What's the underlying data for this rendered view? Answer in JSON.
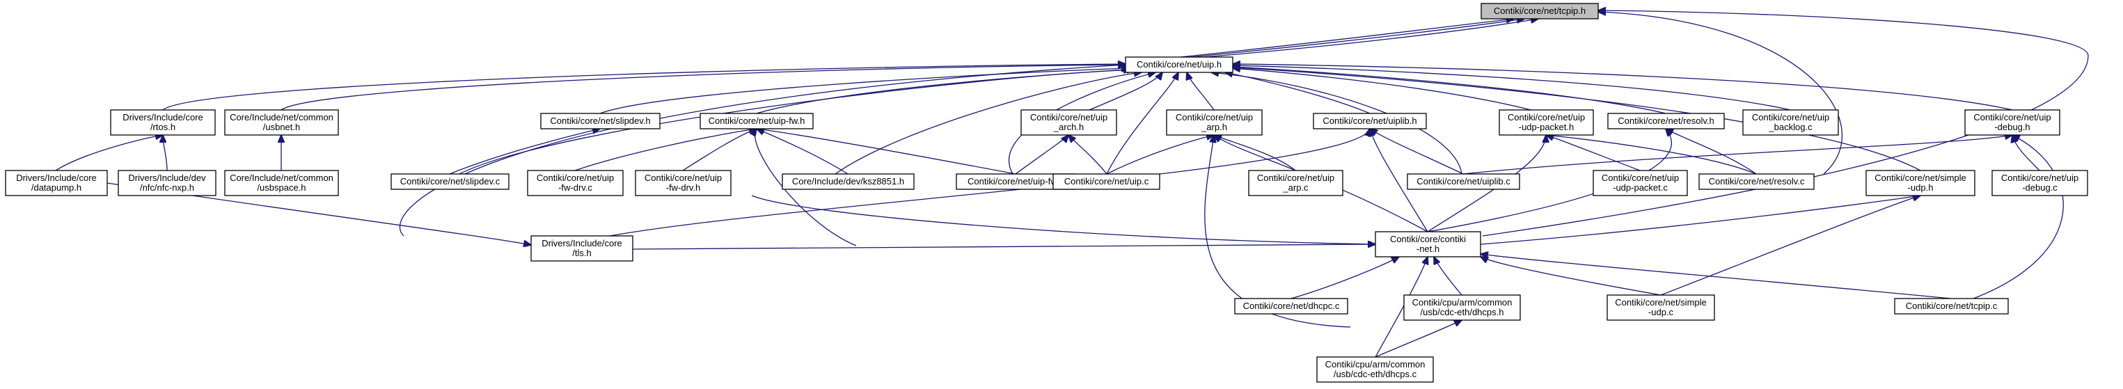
{
  "graph": {
    "title": "",
    "colors": {
      "edge": "#191970",
      "root_fill": "#bfbfbf",
      "node_fill": "#ffffff",
      "border": "#000000"
    },
    "nodes": [
      {
        "id": "tcpip_h",
        "lines": [
          "Contiki/core/net/tcpip.h"
        ],
        "root": true
      },
      {
        "id": "uip_h",
        "lines": [
          "Contiki/core/net/uip.h"
        ]
      },
      {
        "id": "rtos_h",
        "lines": [
          "Drivers/Include/core",
          "/rtos.h"
        ]
      },
      {
        "id": "usbnet_h",
        "lines": [
          "Core/Include/net/common",
          "/usbnet.h"
        ]
      },
      {
        "id": "slipdev_h",
        "lines": [
          "Contiki/core/net/slipdev.h"
        ]
      },
      {
        "id": "uipfw_h",
        "lines": [
          "Contiki/core/net/uip-fw.h"
        ]
      },
      {
        "id": "uiparch_h",
        "lines": [
          "Contiki/core/net/uip",
          "_arch.h"
        ]
      },
      {
        "id": "uiparp_h",
        "lines": [
          "Contiki/core/net/uip",
          "_arp.h"
        ]
      },
      {
        "id": "uiplib_h",
        "lines": [
          "Contiki/core/net/uiplib.h"
        ]
      },
      {
        "id": "uipudppacket_h",
        "lines": [
          "Contiki/core/net/uip",
          "-udp-packet.h"
        ]
      },
      {
        "id": "resolv_h",
        "lines": [
          "Contiki/core/net/resolv.h"
        ]
      },
      {
        "id": "backlog_c",
        "lines": [
          "Contiki/core/net/uip",
          "_backlog.c"
        ]
      },
      {
        "id": "uipdebug_h",
        "lines": [
          "Contiki/core/net/uip",
          "-debug.h"
        ]
      },
      {
        "id": "datapump_h",
        "lines": [
          "Drivers/Include/core",
          "/datapump.h"
        ]
      },
      {
        "id": "nfcnxp_h",
        "lines": [
          "Drivers/Include/dev",
          "/nfc/nfc-nxp.h"
        ]
      },
      {
        "id": "usbspace_h",
        "lines": [
          "Core/Include/net/common",
          "/usbspace.h"
        ]
      },
      {
        "id": "slipdev_c",
        "lines": [
          "Contiki/core/net/slipdev.c"
        ]
      },
      {
        "id": "fwdrv_c",
        "lines": [
          "Contiki/core/net/uip",
          "-fw-drv.c"
        ]
      },
      {
        "id": "fwdrv_h",
        "lines": [
          "Contiki/core/net/uip",
          "-fw-drv.h"
        ]
      },
      {
        "id": "ksz_h",
        "lines": [
          "Core/Include/dev/ksz8851.h"
        ]
      },
      {
        "id": "uipfw_c",
        "lines": [
          "Contiki/core/net/uip-fw.c"
        ]
      },
      {
        "id": "uip_c",
        "lines": [
          "Contiki/core/net/uip.c"
        ]
      },
      {
        "id": "uiparp_c",
        "lines": [
          "Contiki/core/net/uip",
          "_arp.c"
        ]
      },
      {
        "id": "uiplib_c",
        "lines": [
          "Contiki/core/net/uiplib.c"
        ]
      },
      {
        "id": "udppacket_c",
        "lines": [
          "Contiki/core/net/uip",
          "-udp-packet.c"
        ]
      },
      {
        "id": "resolv_c",
        "lines": [
          "Contiki/core/net/resolv.c"
        ]
      },
      {
        "id": "simpleudp_h",
        "lines": [
          "Contiki/core/net/simple",
          "-udp.h"
        ]
      },
      {
        "id": "uipdebug_c",
        "lines": [
          "Contiki/core/net/uip",
          "-debug.c"
        ]
      },
      {
        "id": "tls_h",
        "lines": [
          "Drivers/Include/core",
          "/tls.h"
        ]
      },
      {
        "id": "contikinet_h",
        "lines": [
          "Contiki/core/contiki",
          "-net.h"
        ]
      },
      {
        "id": "dhcpc_c",
        "lines": [
          "Contiki/core/net/dhcpc.c"
        ]
      },
      {
        "id": "dhcps_h",
        "lines": [
          "Contiki/cpu/arm/common",
          "/usb/cdc-eth/dhcps.h"
        ]
      },
      {
        "id": "simpleudp_c",
        "lines": [
          "Contiki/core/net/simple",
          "-udp.c"
        ]
      },
      {
        "id": "tcpip_c",
        "lines": [
          "Contiki/core/net/tcpip.c"
        ]
      },
      {
        "id": "dhcps_c",
        "lines": [
          "Contiki/cpu/arm/common",
          "/usb/cdc-eth/dhcps.c"
        ]
      }
    ]
  }
}
